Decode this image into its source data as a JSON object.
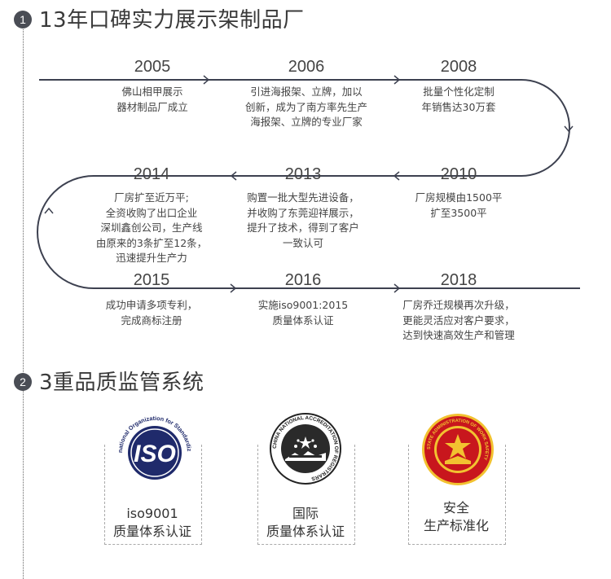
{
  "section1": {
    "num": "1",
    "title": "13年口碑实力展示架制品厂"
  },
  "section2": {
    "num": "2",
    "title": "3重品质监管系统"
  },
  "timeline": [
    {
      "year": "2005",
      "desc": "佛山相甲展示\n器材制品厂成立"
    },
    {
      "year": "2006",
      "desc": "引进海报架、立牌，加以\n创新，成为了南方率先生产\n海报架、立牌的专业厂家"
    },
    {
      "year": "2008",
      "desc": "批量个性化定制\n年销售达30万套"
    },
    {
      "year": "2010",
      "desc": "厂房规模由1500平\n扩至3500平"
    },
    {
      "year": "2013",
      "desc": "购置一批大型先进设备，\n并收购了东莞迎祥展示，\n提升了技术，得到了客户\n一致认可"
    },
    {
      "year": "2014",
      "desc": "厂房扩至近万平;\n全资收购了出口企业\n深圳鑫创公司，生产线\n由原来的3条扩至12条，\n迅速提升生产力"
    },
    {
      "year": "2015",
      "desc": "成功申请多项专利，\n完成商标注册"
    },
    {
      "year": "2016",
      "desc": "实施iso9001:2015\n质量体系认证"
    },
    {
      "year": "2018",
      "desc": "厂房乔迁规模再次升级，\n更能灵活应对客户要求，\n达到快速高效生产和管理"
    }
  ],
  "certs": [
    {
      "icon": "iso-logo-icon",
      "logo_text": "ISO",
      "ring_text": "International Organization for Standardization",
      "label": "iso9001\n质量体系认证"
    },
    {
      "icon": "cnas-seal-icon",
      "ring_text": "CHINA NATIONAL ACCREDITATION OF REGISTRARS",
      "label": "国际\n质量体系认证"
    },
    {
      "icon": "safety-seal-icon",
      "ring_text": "STATE ADMINISTRATION OF WORK SAFETY",
      "label": "安全\n生产标准化"
    }
  ],
  "colors": {
    "line": "#3d4150",
    "badge": "#4a4d55",
    "dots": "#666666",
    "seal_red": "#c8161d",
    "seal_gold": "#f2c230",
    "iso_blue": "#1f2a6b"
  }
}
